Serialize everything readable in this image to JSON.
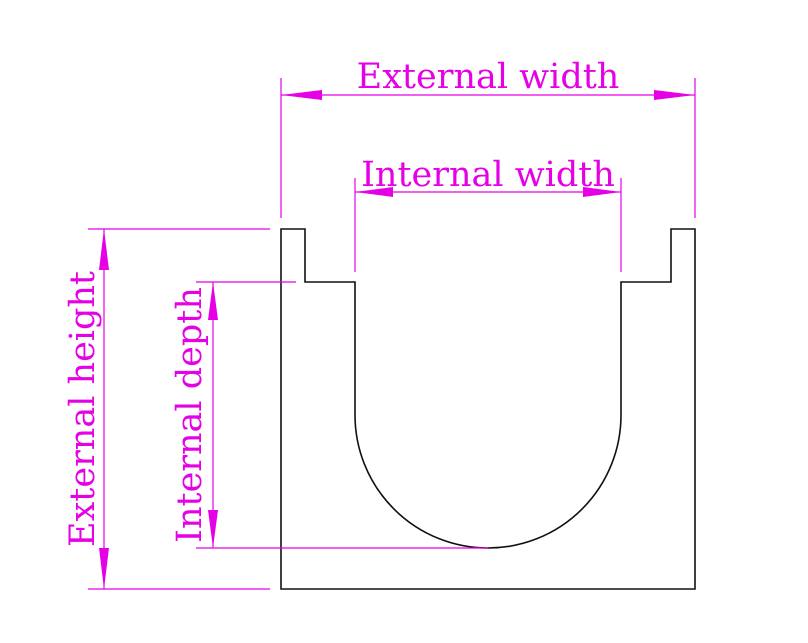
{
  "labels": {
    "external_width": "External width",
    "internal_width": "Internal width",
    "external_height": "External height",
    "internal_depth": "Internal depth"
  },
  "colors": {
    "dimension": "#e600e6",
    "outline": "#111111",
    "background": "#ffffff"
  }
}
